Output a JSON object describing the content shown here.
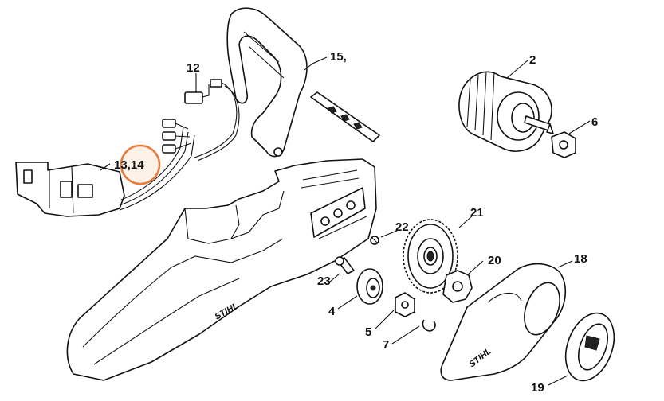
{
  "diagram": {
    "callouts": [
      {
        "id": "c2",
        "label": "2"
      },
      {
        "id": "c4",
        "label": "4"
      },
      {
        "id": "c5",
        "label": "5"
      },
      {
        "id": "c6",
        "label": "6"
      },
      {
        "id": "c7",
        "label": "7"
      },
      {
        "id": "c12",
        "label": "12"
      },
      {
        "id": "c13-14",
        "label": "13,14",
        "highlighted": true
      },
      {
        "id": "c15",
        "label": "15,"
      },
      {
        "id": "c18",
        "label": "18"
      },
      {
        "id": "c19",
        "label": "19"
      },
      {
        "id": "c20",
        "label": "20"
      },
      {
        "id": "c21",
        "label": "21"
      },
      {
        "id": "c22",
        "label": "22"
      },
      {
        "id": "c23",
        "label": "23"
      }
    ],
    "brand_text": "STIHL",
    "highlight_color": "#e87a3c"
  }
}
